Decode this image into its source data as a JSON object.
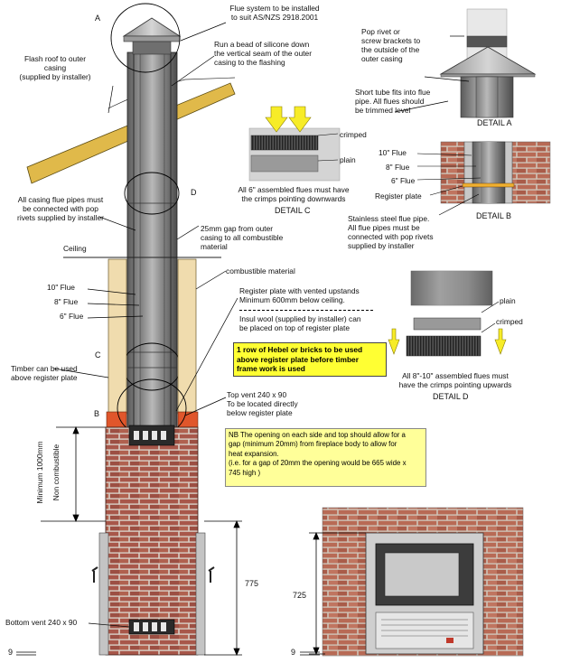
{
  "colors": {
    "brick": "#a8574a",
    "mortar": "#d9cfc6",
    "flue_metal": "#8d8d8d",
    "flue_dark": "#4a4a4a",
    "timber": "#f0dcae",
    "roof": "#e0b94a",
    "highlight_yellow": "#ffff33",
    "note_yellow": "#ffff99",
    "arrow_yellow": "#f7ec28",
    "register_orange": "#e0562b"
  },
  "labels": {
    "flue_system": "Flue system to be installed\nto suit AS/NZS 2918.2001",
    "run_bead": "Run a bead of silicone down\nthe vertical seam of the outer\ncasing to the flashing",
    "flash_roof": "Flash roof to outer\ncasing\n(supplied by installer)",
    "pop_rivet": "Pop rivet or\nscrew brackets to\nthe outside of the\nouter casing",
    "short_tube": "Short tube fits into flue\npipe. All flues should\nbe trimmed level",
    "detail_a": "DETAIL A",
    "crimped_top": "crimped",
    "plain_top": "plain",
    "all_6_flues": "All 6\" assembled flues must have\nthe crimps pointing downwards",
    "detail_c": "DETAIL C",
    "flue_10_b": "10\" Flue",
    "flue_8_b": "8\" Flue",
    "flue_6_b": "6\" Flue",
    "register_plate_b": "Register plate",
    "detail_b": "DETAIL B",
    "stainless_steel": "Stainless steel flue pipe.\nAll flue pipes must be\nconnected with pop rivets\nsupplied by installer",
    "all_casing": "All casing flue pipes must\nbe connected with pop\nrivets supplied by installer",
    "gap_25mm": "25mm gap from outer\ncasing to all combustible\nmaterial",
    "ceiling": "Ceiling",
    "combustible": "combustible material",
    "flue_10_main": "10\" Flue",
    "flue_8_main": "8\" Flue",
    "flue_6_main": "6\" Flue",
    "register_plate_main": "Register plate  with vented upstands\nMinimum 600mm below ceiling.",
    "insul_wool": "Insul wool  (supplied by installer) can\nbe placed on top of register plate",
    "hebel_note": "1 row of Hebel or bricks to be used\nabove register plate before timber\nframe work is used",
    "plain_d": "plain",
    "crimped_d": "crimped",
    "all_8_10": "All 8\"-10\" assembled flues must\nhave the crimps pointing upwards",
    "detail_d": "DETAIL D",
    "timber_note": "Timber can be used\nabove register plate",
    "top_vent": "Top vent 240 x 90\nTo be located directly\nbelow register plate",
    "nb_note": "NB The opening on each side and top should allow for a\ngap (minimum 20mm) from fireplace body to allow for\nheat expansion.\n(i.e. for a gap of 20mm  the opening would be 665 wide x\n745 high )",
    "minimum_1000": "Minimum 1000mm",
    "non_combustible": "Non combustible",
    "dim_775": "775",
    "dim_725": "725",
    "bottom_vent": "Bottom vent 240 x 90",
    "nine_left": "9",
    "nine_right": "9",
    "tag_a": "A",
    "tag_b": "B",
    "tag_c": "C",
    "tag_d": "D"
  }
}
